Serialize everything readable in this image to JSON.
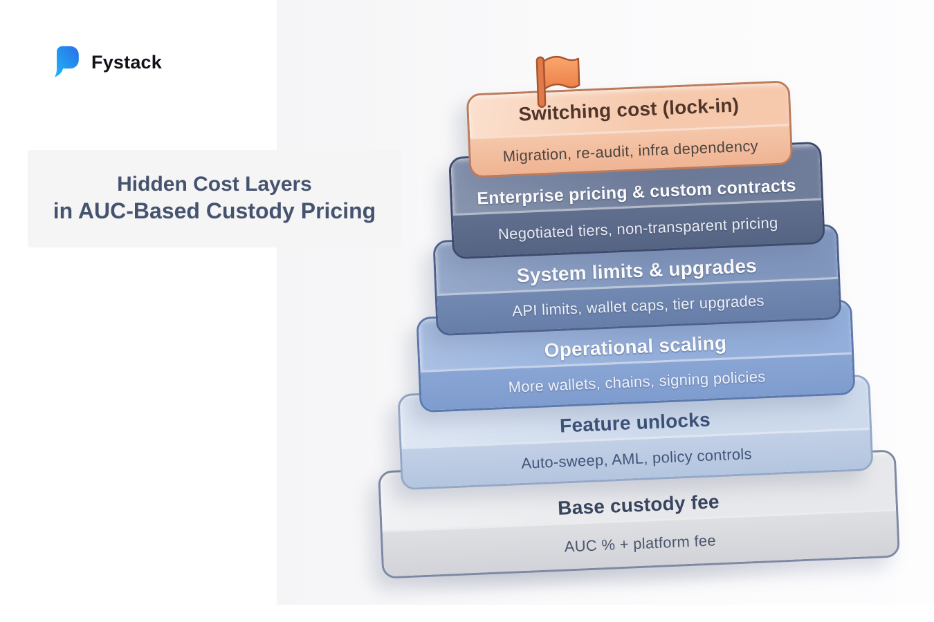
{
  "brand": {
    "name": "Fystack",
    "logo_gradient_start": "#2A6FE8",
    "logo_gradient_end": "#1FB8F4"
  },
  "title": {
    "line1": "Hidden Cost Layers",
    "line2": "in AUC-Based Custody Pricing",
    "color": "#46536F"
  },
  "flag": {
    "pole_color": "#E07A4A",
    "cloth_color_top": "#F9A76F",
    "cloth_color_bottom": "#ED8049",
    "outline_color": "#A8552F"
  },
  "layers": [
    {
      "title": "Switching cost (lock-in)",
      "subtitle": "Migration, re-audit, infra dependency",
      "has_flag": true,
      "colors": {
        "top_highlight": "#FBE0CE",
        "top": "#F6C9AD",
        "front": "#F5C6A9",
        "front_low": "#EFB493",
        "border": "#BC7B5B",
        "title": "#51352A",
        "subtitle": "#4E453F"
      }
    },
    {
      "title": "Enterprise pricing & custom contracts",
      "subtitle": "Negotiated tiers, non-transparent pricing",
      "has_flag": false,
      "colors": {
        "top_highlight": "#8996B0",
        "top": "#6F7D9B",
        "front": "#616F8F",
        "front_low": "#566484",
        "border": "#3D4A6C",
        "title": "#FFFFFF",
        "subtitle": "#E8EBF3"
      }
    },
    {
      "title": "System limits & upgrades",
      "subtitle": "API limits, wallet caps, tier upgrades",
      "has_flag": false,
      "colors": {
        "top_highlight": "#97AACB",
        "top": "#8096BD",
        "front": "#7289B2",
        "front_low": "#677EA8",
        "border": "#4E608C",
        "title": "#FFFFFF",
        "subtitle": "#EAF0F8"
      }
    },
    {
      "title": "Operational scaling",
      "subtitle": "More wallets, chains, signing policies",
      "has_flag": false,
      "colors": {
        "top_highlight": "#ABC1E4",
        "top": "#93AEDA",
        "front": "#89A5D4",
        "front_low": "#7E9CCE",
        "border": "#5B79AC",
        "title": "#FFFFFF",
        "subtitle": "#EEF3FB"
      }
    },
    {
      "title": "Feature unlocks",
      "subtitle": "Auto-sweep, AML, policy controls",
      "has_flag": false,
      "colors": {
        "top_highlight": "#DEE7F4",
        "top": "#CDDAEC",
        "front": "#C2D0E6",
        "front_low": "#B4C5DF",
        "border": "#93A7C6",
        "title": "#3C5076",
        "subtitle": "#41547A"
      }
    },
    {
      "title": "Base custody fee",
      "subtitle": "AUC % + platform fee",
      "has_flag": false,
      "colors": {
        "top_highlight": "#F1F2F4",
        "top": "#E7E8EB",
        "front": "#DEDFE3",
        "front_low": "#D2D3D8",
        "border": "#7D89A2",
        "title": "#39455E",
        "subtitle": "#4A566E"
      }
    }
  ]
}
